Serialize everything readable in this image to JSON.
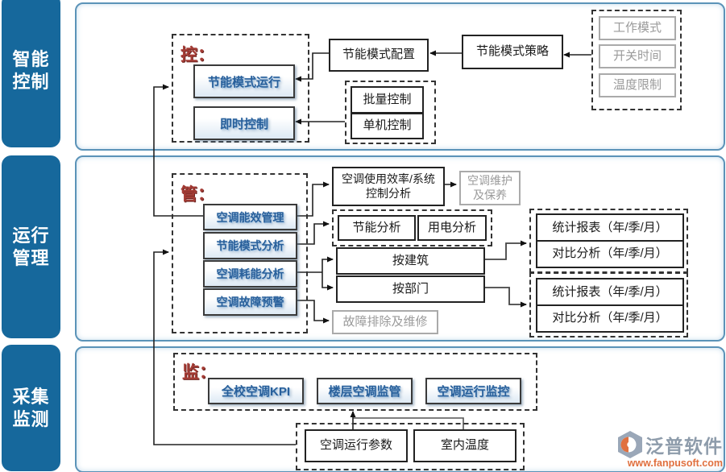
{
  "sidebar": {
    "items": [
      {
        "line1": "智能",
        "line2": "控制"
      },
      {
        "line1": "运行",
        "line2": "管理"
      },
      {
        "line1": "采集",
        "line2": "监测"
      }
    ]
  },
  "control_section": {
    "group_label": "控：",
    "energy_mode_run": "节能模式运行",
    "instant_control": "即时控制",
    "energy_mode_config": "节能模式配置",
    "batch_control": "批量控制",
    "single_control": "单机控制",
    "energy_mode_strategy": "节能模式策略",
    "strategy_params": {
      "work_mode": "工作模式",
      "switch_time": "开关时间",
      "temp_limit": "温度限制"
    }
  },
  "manage_section": {
    "group_label": "管：",
    "ac_efficiency_mgmt": "空调能效管理",
    "energy_mode_analysis": "节能模式分析",
    "ac_energy_analysis": "空调耗能分析",
    "ac_fault_warning": "空调故障预警",
    "usage_efficiency": {
      "line1": "空调使用效率/系统",
      "line2": "控制分析"
    },
    "ac_maintenance": {
      "line1": "空调维护",
      "line2": "及保养"
    },
    "energy_saving_analysis": "节能分析",
    "power_analysis": "用电分析",
    "by_building": "按建筑",
    "by_department": "按部门",
    "stats_report": "统计报表（年/季/月）",
    "compare_analysis": "对比分析（年/季/月）",
    "fault_repair": "故障排除及维修"
  },
  "monitor_section": {
    "group_label": "监：",
    "school_ac_kpi": "全校空调KPI",
    "floor_ac_monitor": "楼层空调监管",
    "ac_run_monitor": "空调运行监控",
    "ac_run_params": "空调运行参数",
    "indoor_temp": "室内温度"
  },
  "logo": {
    "brand": "泛普软件",
    "site": "www.fanpusoft.com"
  },
  "colors": {
    "sidebar_blue": "#16689c",
    "panel_border": "#5b93b8",
    "accent_red": "#a53c35",
    "box_text_blue": "#29609b",
    "logo_orange": "#e0703f"
  }
}
